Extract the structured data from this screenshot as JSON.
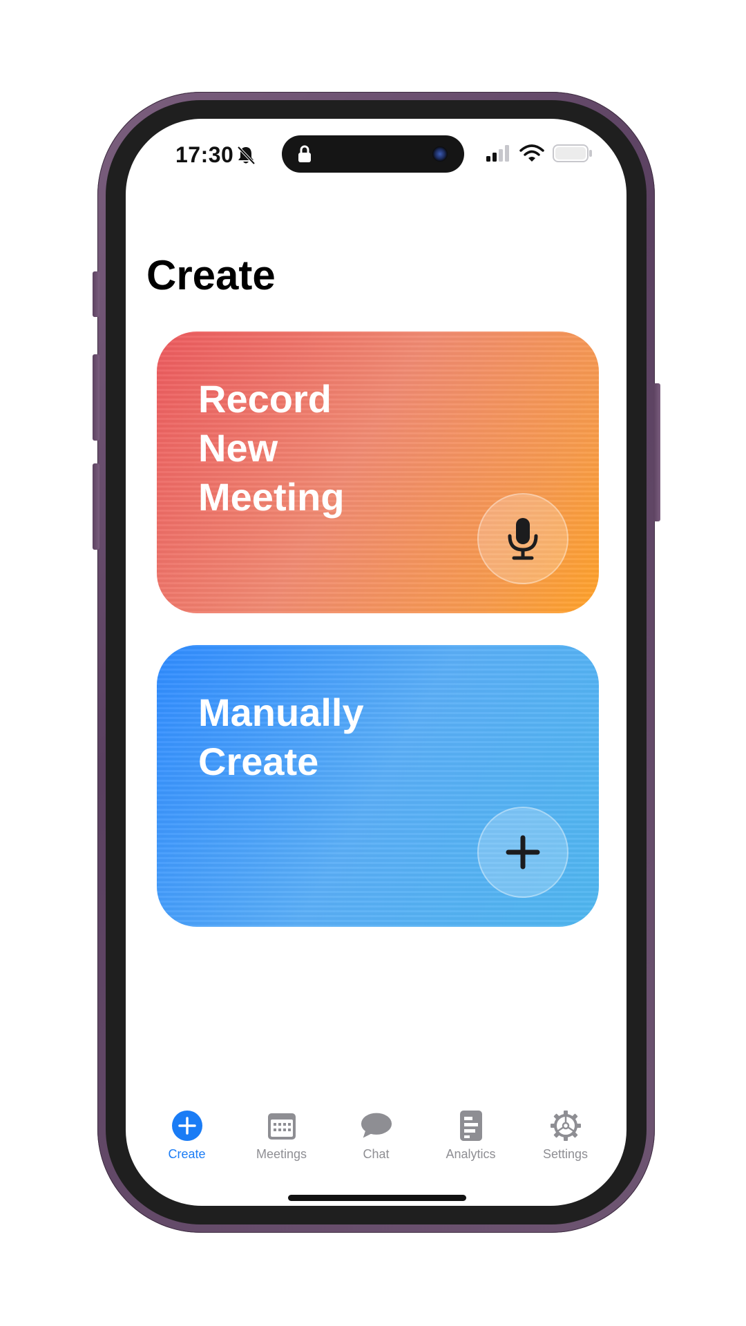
{
  "status_bar": {
    "time": "17:30",
    "icons": [
      "bell-slash-icon",
      "lock-icon",
      "camera-icon",
      "signal-icon",
      "wifi-icon",
      "battery-icon"
    ]
  },
  "page": {
    "title": "Create"
  },
  "cards": {
    "record": {
      "line1": "Record",
      "line2": "New",
      "line3": "Meeting",
      "icon": "microphone-icon",
      "color_start": "#ec5a5e",
      "color_end": "#ffa228"
    },
    "manual": {
      "line1": "Manually",
      "line2": "Create",
      "icon": "plus-icon",
      "color_start": "#2f8bff",
      "color_end": "#4fb6ef"
    }
  },
  "tabbar": {
    "active_color": "#1a7cf5",
    "inactive_color": "#8e8e93",
    "tabs": [
      {
        "label": "Create",
        "icon": "plus-circle-icon",
        "active": true
      },
      {
        "label": "Meetings",
        "icon": "calendar-icon",
        "active": false
      },
      {
        "label": "Chat",
        "icon": "chat-bubble-icon",
        "active": false
      },
      {
        "label": "Analytics",
        "icon": "document-chart-icon",
        "active": false
      },
      {
        "label": "Settings",
        "icon": "gear-icon",
        "active": false
      }
    ]
  }
}
